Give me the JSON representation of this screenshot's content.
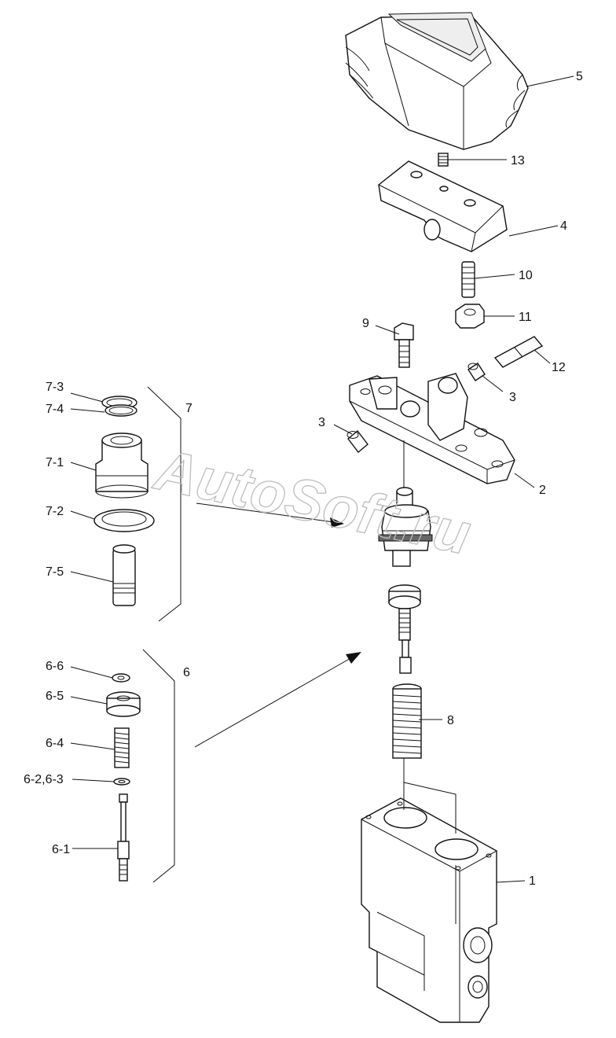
{
  "watermark": "AutoSoft.ru",
  "labels": {
    "l1": "1",
    "l2": "2",
    "l3a": "3",
    "l3b": "3",
    "l4": "4",
    "l5": "5",
    "l6": "6",
    "l7": "7",
    "l8": "8",
    "l9": "9",
    "l10": "10",
    "l11": "11",
    "l12": "12",
    "l13": "13",
    "l6_1": "6-1",
    "l6_23": "6-2,6-3",
    "l6_4": "6-4",
    "l6_5": "6-5",
    "l6_6": "6-6",
    "l7_1": "7-1",
    "l7_2": "7-2",
    "l7_3": "7-3",
    "l7_4": "7-4",
    "l7_5": "7-5"
  },
  "colors": {
    "line": "#111111",
    "watermark": "#bdbdbd",
    "background": "#ffffff"
  }
}
